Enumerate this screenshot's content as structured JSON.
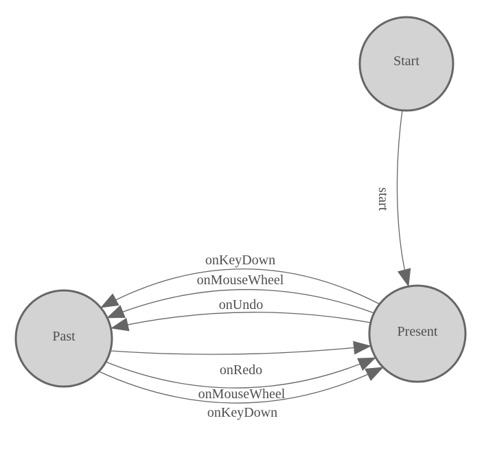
{
  "diagram": {
    "type": "state-diagram",
    "background": "#ffffff",
    "colors": {
      "node_fill": "#d3d3d3",
      "node_stroke": "#666666",
      "edge_stroke": "#666666",
      "arrowhead": "#666666",
      "label_text": "#4f4f4f"
    },
    "nodes": [
      {
        "id": "start",
        "label": "Start"
      },
      {
        "id": "present",
        "label": "Present"
      },
      {
        "id": "past",
        "label": "Past"
      }
    ],
    "edges": [
      {
        "from": "start",
        "to": "present",
        "label": "start"
      },
      {
        "from": "present",
        "to": "past",
        "label": "onKeyDown"
      },
      {
        "from": "present",
        "to": "past",
        "label": "onMouseWheel"
      },
      {
        "from": "present",
        "to": "past",
        "label": "onUndo"
      },
      {
        "from": "past",
        "to": "present",
        "label": "onRedo"
      },
      {
        "from": "past",
        "to": "present",
        "label": "onMouseWheel"
      },
      {
        "from": "past",
        "to": "present",
        "label": "onKeyDown"
      }
    ]
  }
}
